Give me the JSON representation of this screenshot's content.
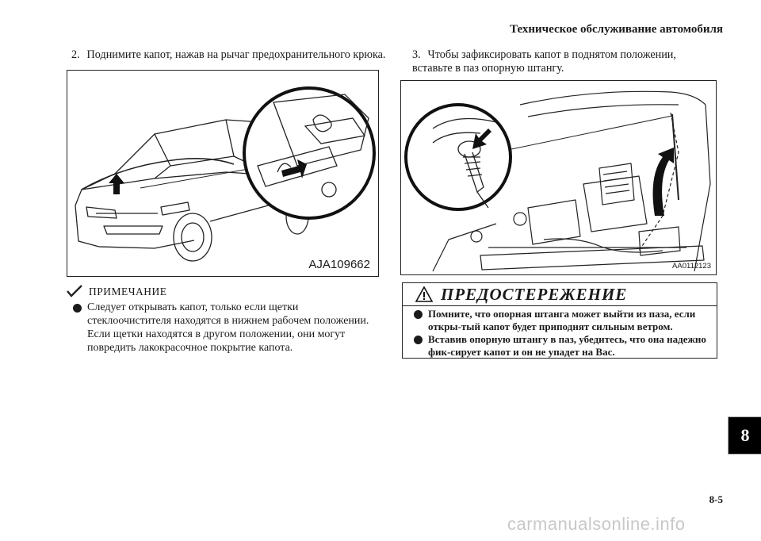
{
  "header": {
    "title": "Техническое обслуживание автомобиля"
  },
  "left": {
    "step_number": "2.",
    "step_text": "Поднимите капот, нажав на рычаг предохранительного крюка.",
    "figure_code": "AJA109662",
    "note_title": "ПРИМЕЧАНИЕ",
    "note_text": "Следует открывать капот, только если щетки стеклоочистителя находятся в нижнем рабочем положении. Если щетки находятся в другом положении, они могут повредить лакокрасочное покрытие капота."
  },
  "right": {
    "step_number": "3.",
    "step_text": "Чтобы зафиксировать капот в поднятом положении, вставьте в паз опорную штангу.",
    "figure_code": "AA0112123",
    "warning_title": "ПРЕДОСТЕРЕЖЕНИЕ",
    "warnings": [
      "Помните, что опорная штанга может выйти из паза, если откры-тый капот будет приподнят сильным ветром.",
      "Вставив опорную штангу в паз, убедитесь, что она надежно фик-сирует капот и он не упадет на Вас."
    ]
  },
  "chapter_tab": "8",
  "page_number": "8-5",
  "watermark": "carmanualsonline.info"
}
